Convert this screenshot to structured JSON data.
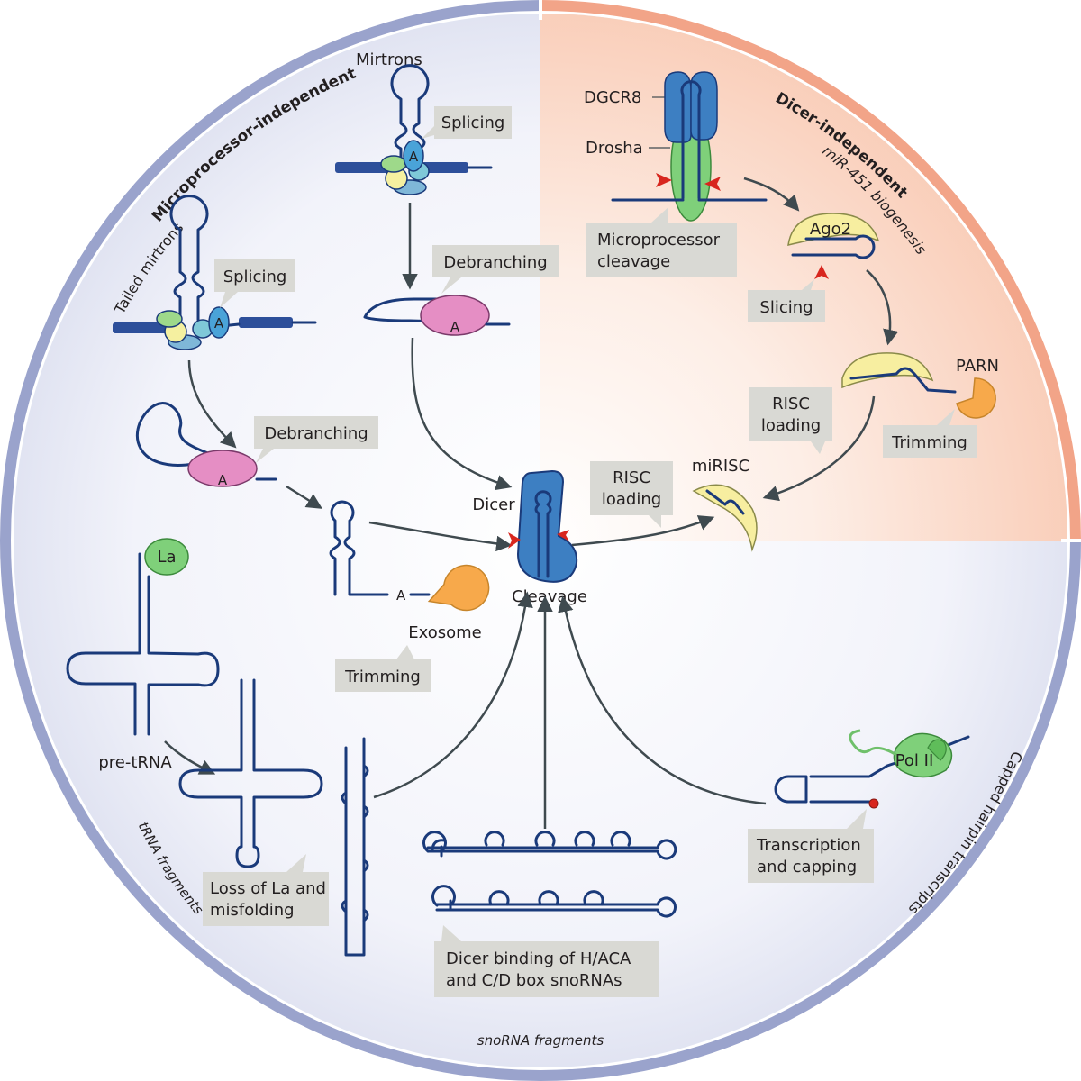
{
  "sections": {
    "microprocessor_independent": "Microprocessor-independent",
    "dicer_independent": "Dicer-independent",
    "mir451": "miR-451 biogenesis",
    "tailed_mirtrons": "Tailed mirtrons",
    "capped_hairpin": "Capped hairpin transcripts",
    "trna_fragments": "tRNA fragments",
    "snorna_fragments": "snoRNA fragments"
  },
  "labels": {
    "mirtrons": "Mirtrons",
    "splicing": "Splicing",
    "debranching": "Debranching",
    "dgcr8": "DGCR8",
    "drosha": "Drosha",
    "microprocessor_cleavage": [
      "Microprocessor",
      "cleavage"
    ],
    "ago2": "Ago2",
    "slicing": "Slicing",
    "parn": "PARN",
    "trimming": "Trimming",
    "risc_loading": [
      "RISC",
      "loading"
    ],
    "mirisc": "miRISC",
    "dicer": "Dicer",
    "cleavage": "Cleavage",
    "exosome": "Exosome",
    "la": "La",
    "pre_trna": "pre-tRNA",
    "loss_of_la": [
      "Loss of La and",
      "misfolding"
    ],
    "dicer_binding": [
      "Dicer binding of H/ACA",
      "and C/D box snoRNAs"
    ],
    "transcription_capping": [
      "Transcription",
      "and capping"
    ],
    "pol2": "Pol II",
    "adenosine": "A"
  },
  "colors": {
    "ring_blue": "#9aa3cc",
    "ring_orange": "#f2a488",
    "quad_orange": "#fbd9ca",
    "quad_blue": "#e8eaf6",
    "rna": "#1a3a7a",
    "dicer": "#3d7fc2",
    "ago": "#f7eea0",
    "pink": "#e58ec4",
    "green": "#7fd07a",
    "orange": "#f7a94b",
    "cleave": "#d8261e"
  }
}
